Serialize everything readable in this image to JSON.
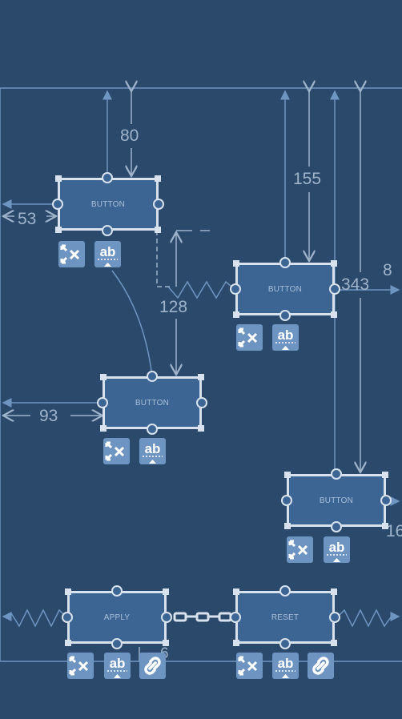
{
  "widgets": {
    "button1": {
      "label": "BUTTON"
    },
    "button2": {
      "label": "BUTTON"
    },
    "button3": {
      "label": "BUTTON"
    },
    "button4": {
      "label": "BUTTON"
    },
    "apply": {
      "label": "APPLY"
    },
    "reset": {
      "label": "RESET"
    }
  },
  "dimensions": {
    "d80": "80",
    "d53": "53",
    "d155": "155",
    "d8": "8",
    "d343": "343",
    "d128": "128",
    "d93": "93",
    "d16": "16",
    "d6": "6"
  },
  "colors": {
    "background": "#2b4a6b",
    "widget_fill": "#3d6594",
    "widget_border": "#d8e2ee",
    "constraint_line": "#6e95c2",
    "dimension_line": "#9fb3cb",
    "tool_fill": "#6e95c2"
  },
  "icons": [
    "clear-constraints-icon",
    "baseline-icon",
    "chain-icon"
  ]
}
